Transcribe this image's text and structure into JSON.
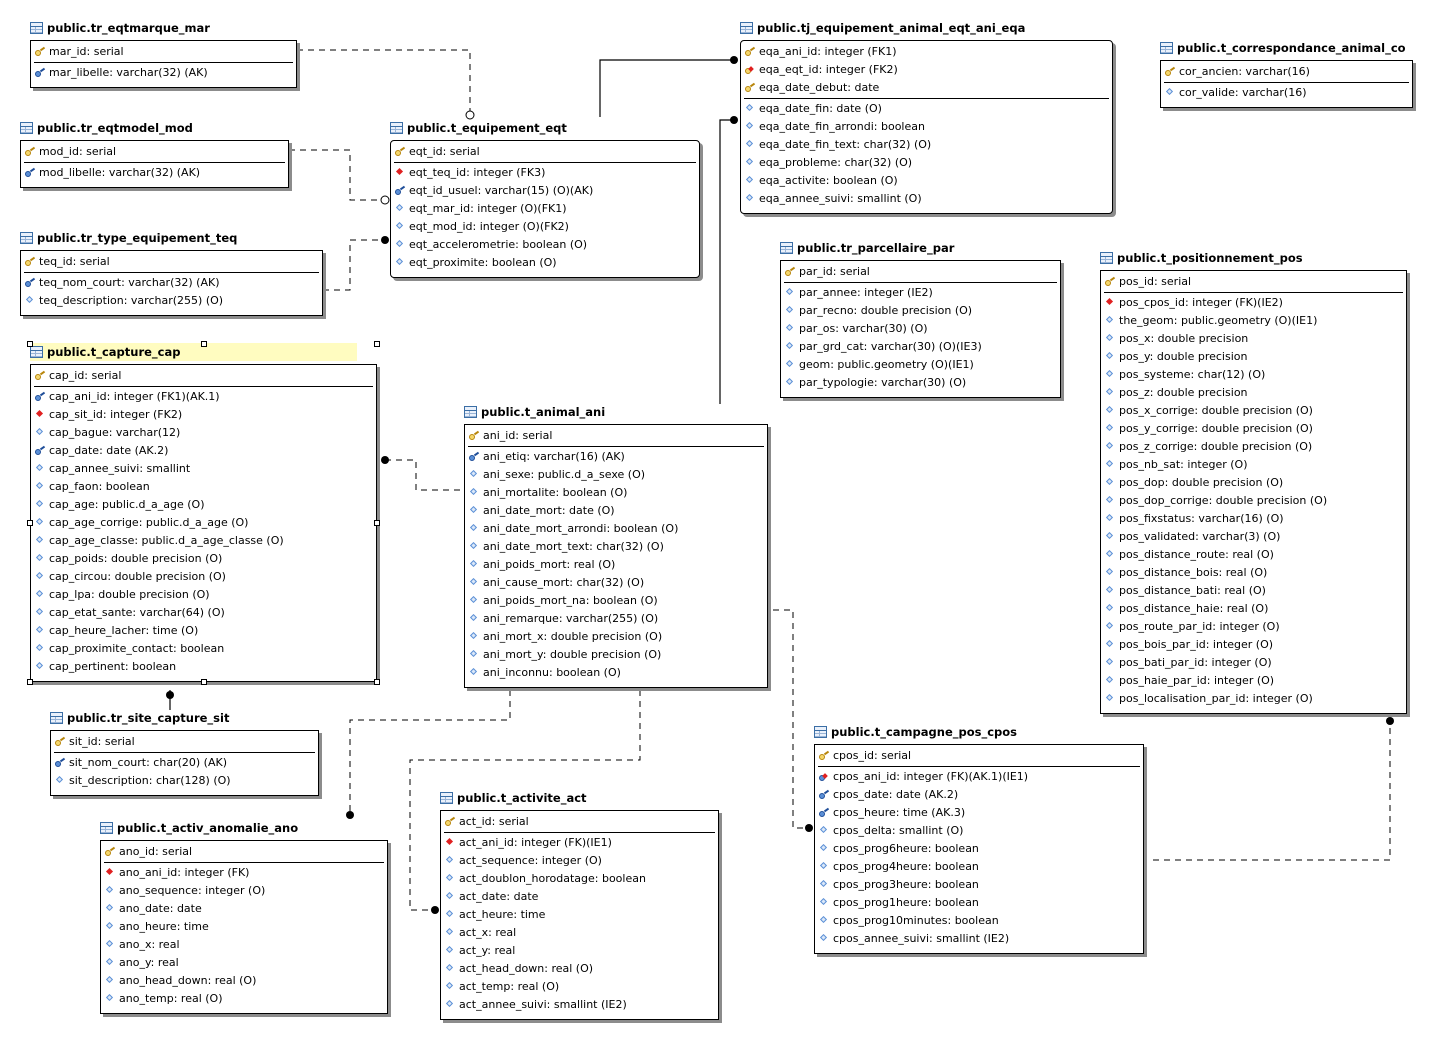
{
  "tables": [
    {
      "id": "tr_eqtmarque_mar",
      "title": "public.tr_eqtmarque_mar",
      "pk": [
        {
          "name": "mar_id: serial",
          "icon": "pk"
        }
      ],
      "cols": [
        {
          "name": "mar_libelle: varchar(32) (AK)",
          "icon": "ak"
        }
      ]
    },
    {
      "id": "tr_eqtmodel_mod",
      "title": "public.tr_eqtmodel_mod",
      "pk": [
        {
          "name": "mod_id: serial",
          "icon": "pk"
        }
      ],
      "cols": [
        {
          "name": "mod_libelle: varchar(32) (AK)",
          "icon": "ak"
        }
      ]
    },
    {
      "id": "tr_type_equipement_teq",
      "title": "public.tr_type_equipement_teq",
      "pk": [
        {
          "name": "teq_id: serial",
          "icon": "pk"
        }
      ],
      "cols": [
        {
          "name": "teq_nom_court: varchar(32) (AK)",
          "icon": "ak"
        },
        {
          "name": "teq_description: varchar(255) (O)",
          "icon": "attr"
        }
      ]
    },
    {
      "id": "t_equipement_eqt",
      "title": "public.t_equipement_eqt",
      "pk": [
        {
          "name": "eqt_id: serial",
          "icon": "pk"
        }
      ],
      "cols": [
        {
          "name": "eqt_teq_id: integer (FK3)",
          "icon": "fk"
        },
        {
          "name": "eqt_id_usuel: varchar(15) (O)(AK)",
          "icon": "ak"
        },
        {
          "name": "eqt_mar_id: integer (O)(FK1)",
          "icon": "attr"
        },
        {
          "name": "eqt_mod_id: integer (O)(FK2)",
          "icon": "attr"
        },
        {
          "name": "eqt_accelerometrie: boolean (O)",
          "icon": "attr"
        },
        {
          "name": "eqt_proximite: boolean (O)",
          "icon": "attr"
        }
      ]
    },
    {
      "id": "tj_equipement_animal_eqt_ani_eqa",
      "title": "public.tj_equipement_animal_eqt_ani_eqa",
      "pk": [
        {
          "name": "eqa_ani_id: integer (FK1)",
          "icon": "pk"
        },
        {
          "name": "eqa_eqt_id: integer (FK2)",
          "icon": "pkfk"
        },
        {
          "name": "eqa_date_debut: date",
          "icon": "pk"
        }
      ],
      "cols": [
        {
          "name": "eqa_date_fin: date (O)",
          "icon": "attr"
        },
        {
          "name": "eqa_date_fin_arrondi: boolean",
          "icon": "attr"
        },
        {
          "name": "eqa_date_fin_text: char(32) (O)",
          "icon": "attr"
        },
        {
          "name": "eqa_probleme: char(32) (O)",
          "icon": "attr"
        },
        {
          "name": "eqa_activite: boolean (O)",
          "icon": "attr"
        },
        {
          "name": "eqa_annee_suivi: smallint (O)",
          "icon": "attr"
        }
      ]
    },
    {
      "id": "t_correspondance_animal_cor",
      "title": "public.t_correspondance_animal_co",
      "pk": [
        {
          "name": "cor_ancien: varchar(16)",
          "icon": "pk"
        }
      ],
      "cols": [
        {
          "name": "cor_valide: varchar(16)",
          "icon": "attr"
        }
      ]
    },
    {
      "id": "tr_parcellaire_par",
      "title": "public.tr_parcellaire_par",
      "pk": [
        {
          "name": "par_id: serial",
          "icon": "pk"
        }
      ],
      "cols": [
        {
          "name": "par_annee: integer (IE2)",
          "icon": "attr"
        },
        {
          "name": "par_recno: double precision (O)",
          "icon": "attr"
        },
        {
          "name": "par_os: varchar(30) (O)",
          "icon": "attr"
        },
        {
          "name": "par_grd_cat: varchar(30) (O)(IE3)",
          "icon": "attr"
        },
        {
          "name": "geom: public.geometry (O)(IE1)",
          "icon": "attr"
        },
        {
          "name": "par_typologie: varchar(30) (O)",
          "icon": "attr"
        }
      ]
    },
    {
      "id": "t_positionnement_pos",
      "title": "public.t_positionnement_pos",
      "pk": [
        {
          "name": "pos_id: serial",
          "icon": "pk"
        }
      ],
      "cols": [
        {
          "name": "pos_cpos_id: integer (FK)(IE2)",
          "icon": "fk"
        },
        {
          "name": "the_geom: public.geometry (O)(IE1)",
          "icon": "attr"
        },
        {
          "name": "pos_x: double precision",
          "icon": "attr"
        },
        {
          "name": "pos_y: double precision",
          "icon": "attr"
        },
        {
          "name": "pos_systeme: char(12) (O)",
          "icon": "attr"
        },
        {
          "name": "pos_z: double precision",
          "icon": "attr"
        },
        {
          "name": "pos_x_corrige: double precision (O)",
          "icon": "attr"
        },
        {
          "name": "pos_y_corrige: double precision (O)",
          "icon": "attr"
        },
        {
          "name": "pos_z_corrige: double precision (O)",
          "icon": "attr"
        },
        {
          "name": "pos_nb_sat: integer (O)",
          "icon": "attr"
        },
        {
          "name": "pos_dop: double precision (O)",
          "icon": "attr"
        },
        {
          "name": "pos_dop_corrige: double precision (O)",
          "icon": "attr"
        },
        {
          "name": "pos_fixstatus: varchar(16) (O)",
          "icon": "attr"
        },
        {
          "name": "pos_validated: varchar(3) (O)",
          "icon": "attr"
        },
        {
          "name": "pos_distance_route: real (O)",
          "icon": "attr"
        },
        {
          "name": "pos_distance_bois: real (O)",
          "icon": "attr"
        },
        {
          "name": "pos_distance_bati: real (O)",
          "icon": "attr"
        },
        {
          "name": "pos_distance_haie: real (O)",
          "icon": "attr"
        },
        {
          "name": "pos_route_par_id: integer (O)",
          "icon": "attr"
        },
        {
          "name": "pos_bois_par_id: integer (O)",
          "icon": "attr"
        },
        {
          "name": "pos_bati_par_id: integer (O)",
          "icon": "attr"
        },
        {
          "name": "pos_haie_par_id: integer (O)",
          "icon": "attr"
        },
        {
          "name": "pos_localisation_par_id: integer (O)",
          "icon": "attr"
        }
      ]
    },
    {
      "id": "t_capture_cap",
      "title": "public.t_capture_cap",
      "highlight": true,
      "pk": [
        {
          "name": "cap_id: serial",
          "icon": "pk"
        }
      ],
      "cols": [
        {
          "name": "cap_ani_id: integer (FK1)(AK.1)",
          "icon": "ak"
        },
        {
          "name": "cap_sit_id: integer (FK2)",
          "icon": "fk"
        },
        {
          "name": "cap_bague: varchar(12)",
          "icon": "attr"
        },
        {
          "name": "cap_date: date (AK.2)",
          "icon": "ak"
        },
        {
          "name": "cap_annee_suivi: smallint",
          "icon": "attr"
        },
        {
          "name": "cap_faon: boolean",
          "icon": "attr"
        },
        {
          "name": "cap_age: public.d_a_age (O)",
          "icon": "attr"
        },
        {
          "name": "cap_age_corrige: public.d_a_age (O)",
          "icon": "attr"
        },
        {
          "name": "cap_age_classe: public.d_a_age_classe (O)",
          "icon": "attr"
        },
        {
          "name": "cap_poids: double precision (O)",
          "icon": "attr"
        },
        {
          "name": "cap_circou: double precision (O)",
          "icon": "attr"
        },
        {
          "name": "cap_lpa: double precision (O)",
          "icon": "attr"
        },
        {
          "name": "cap_etat_sante: varchar(64) (O)",
          "icon": "attr"
        },
        {
          "name": "cap_heure_lacher: time (O)",
          "icon": "attr"
        },
        {
          "name": "cap_proximite_contact: boolean",
          "icon": "attr"
        },
        {
          "name": "cap_pertinent: boolean",
          "icon": "attr"
        }
      ]
    },
    {
      "id": "t_animal_ani",
      "title": "public.t_animal_ani",
      "pk": [
        {
          "name": "ani_id: serial",
          "icon": "pk"
        }
      ],
      "cols": [
        {
          "name": "ani_etiq: varchar(16) (AK)",
          "icon": "ak"
        },
        {
          "name": "ani_sexe: public.d_a_sexe (O)",
          "icon": "attr"
        },
        {
          "name": "ani_mortalite: boolean (O)",
          "icon": "attr"
        },
        {
          "name": "ani_date_mort: date (O)",
          "icon": "attr"
        },
        {
          "name": "ani_date_mort_arrondi: boolean (O)",
          "icon": "attr"
        },
        {
          "name": "ani_date_mort_text: char(32) (O)",
          "icon": "attr"
        },
        {
          "name": "ani_poids_mort: real (O)",
          "icon": "attr"
        },
        {
          "name": "ani_cause_mort: char(32) (O)",
          "icon": "attr"
        },
        {
          "name": "ani_poids_mort_na: boolean (O)",
          "icon": "attr"
        },
        {
          "name": "ani_remarque: varchar(255) (O)",
          "icon": "attr"
        },
        {
          "name": "ani_mort_x: double precision (O)",
          "icon": "attr"
        },
        {
          "name": "ani_mort_y: double precision (O)",
          "icon": "attr"
        },
        {
          "name": "ani_inconnu: boolean (O)",
          "icon": "attr"
        }
      ]
    },
    {
      "id": "tr_site_capture_sit",
      "title": "public.tr_site_capture_sit",
      "pk": [
        {
          "name": "sit_id: serial",
          "icon": "pk"
        }
      ],
      "cols": [
        {
          "name": "sit_nom_court: char(20) (AK)",
          "icon": "ak"
        },
        {
          "name": "sit_description: char(128) (O)",
          "icon": "attr"
        }
      ]
    },
    {
      "id": "t_campagne_pos_cpos",
      "title": "public.t_campagne_pos_cpos",
      "pk": [
        {
          "name": "cpos_id: serial",
          "icon": "pk"
        }
      ],
      "cols": [
        {
          "name": "cpos_ani_id: integer (FK)(AK.1)(IE1)",
          "icon": "akfk"
        },
        {
          "name": "cpos_date: date (AK.2)",
          "icon": "ak"
        },
        {
          "name": "cpos_heure: time (AK.3)",
          "icon": "ak"
        },
        {
          "name": "cpos_delta: smallint (O)",
          "icon": "attr"
        },
        {
          "name": "cpos_prog6heure: boolean",
          "icon": "attr"
        },
        {
          "name": "cpos_prog4heure: boolean",
          "icon": "attr"
        },
        {
          "name": "cpos_prog3heure: boolean",
          "icon": "attr"
        },
        {
          "name": "cpos_prog1heure: boolean",
          "icon": "attr"
        },
        {
          "name": "cpos_prog10minutes: boolean",
          "icon": "attr"
        },
        {
          "name": "cpos_annee_suivi: smallint (IE2)",
          "icon": "attr"
        }
      ]
    },
    {
      "id": "t_activ_anomalie_ano",
      "title": "public.t_activ_anomalie_ano",
      "pk": [
        {
          "name": "ano_id: serial",
          "icon": "pk"
        }
      ],
      "cols": [
        {
          "name": "ano_ani_id: integer (FK)",
          "icon": "fk"
        },
        {
          "name": "ano_sequence: integer (O)",
          "icon": "attr"
        },
        {
          "name": "ano_date: date",
          "icon": "attr"
        },
        {
          "name": "ano_heure: time",
          "icon": "attr"
        },
        {
          "name": "ano_x: real",
          "icon": "attr"
        },
        {
          "name": "ano_y: real",
          "icon": "attr"
        },
        {
          "name": "ano_head_down: real (O)",
          "icon": "attr"
        },
        {
          "name": "ano_temp: real (O)",
          "icon": "attr"
        }
      ]
    },
    {
      "id": "t_activite_act",
      "title": "public.t_activite_act",
      "pk": [
        {
          "name": "act_id: serial",
          "icon": "pk"
        }
      ],
      "cols": [
        {
          "name": "act_ani_id: integer (FK)(IE1)",
          "icon": "fk"
        },
        {
          "name": "act_sequence: integer (O)",
          "icon": "attr"
        },
        {
          "name": "act_doublon_horodatage: boolean",
          "icon": "attr"
        },
        {
          "name": "act_date: date",
          "icon": "attr"
        },
        {
          "name": "act_heure: time",
          "icon": "attr"
        },
        {
          "name": "act_x: real",
          "icon": "attr"
        },
        {
          "name": "act_y: real",
          "icon": "attr"
        },
        {
          "name": "act_head_down: real (O)",
          "icon": "attr"
        },
        {
          "name": "act_temp: real (O)",
          "icon": "attr"
        },
        {
          "name": "act_annee_suivi: smallint (IE2)",
          "icon": "attr"
        }
      ]
    }
  ]
}
